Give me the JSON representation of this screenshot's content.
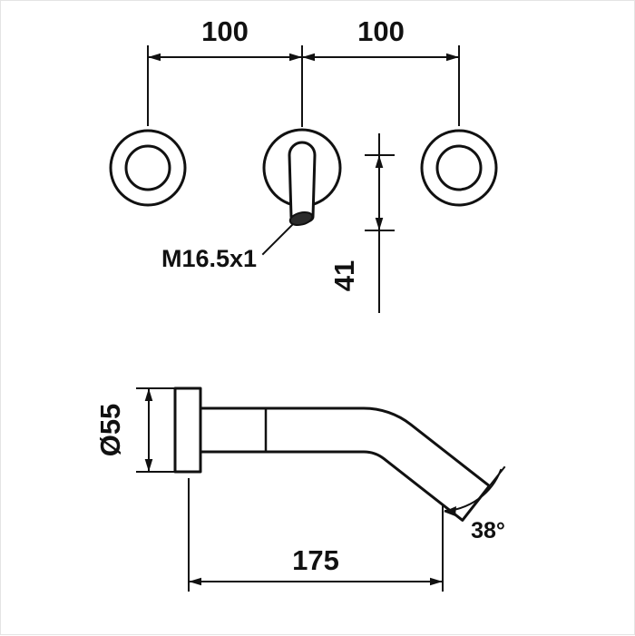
{
  "colors": {
    "ink": "#111111",
    "paper": "#ffffff",
    "aerator_fill": "#2b2b2b"
  },
  "top_view": {
    "dim_left_spacing": "100",
    "dim_right_spacing": "100",
    "thread_label": "M16.5x1",
    "dim_tip_offset": "41"
  },
  "side_view": {
    "dim_flange_diameter": "Ø55",
    "angle_label": "38°",
    "dim_reach": "175"
  }
}
